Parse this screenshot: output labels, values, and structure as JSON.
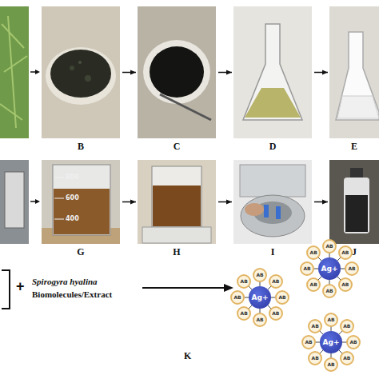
{
  "diagram": {
    "nodes": [
      {
        "text": [
          "B"
        ]
      },
      {
        "text": [
          "C"
        ]
      },
      {
        "text": [
          "D"
        ]
      },
      {
        "text": [
          "E"
        ]
      },
      {
        "text": [
          "G"
        ]
      },
      {
        "text": [
          "H"
        ]
      },
      {
        "text": [
          "I"
        ]
      },
      {
        "text": [
          "J"
        ]
      }
    ],
    "edges": [
      {
        "from": 0,
        "to": 1,
        "arrow": "to"
      },
      {
        "from": 1,
        "to": 2,
        "arrow": "to"
      },
      {
        "from": 2,
        "to": 3,
        "arrow": "to"
      },
      {
        "from": 4,
        "to": 5,
        "arrow": "to"
      },
      {
        "from": 5,
        "to": 6,
        "arrow": "to"
      },
      {
        "from": 6,
        "to": 7,
        "arrow": "to"
      }
    ],
    "labels": [
      "800",
      "600",
      "400",
      "+",
      "Spirogyra hyalina",
      "Biomolecules/Extract",
      "K",
      "Ag+",
      "Ag+",
      "Ag+",
      "AB",
      "AB",
      "AB",
      "AB",
      "AB",
      "AB",
      "AB",
      "AB",
      "AB",
      "AB",
      "AB",
      "AB",
      "AB",
      "AB",
      "AB",
      "AB",
      "AB",
      "AB",
      "AB",
      "AB",
      "AB",
      "AB",
      "AB",
      "AB"
    ]
  }
}
